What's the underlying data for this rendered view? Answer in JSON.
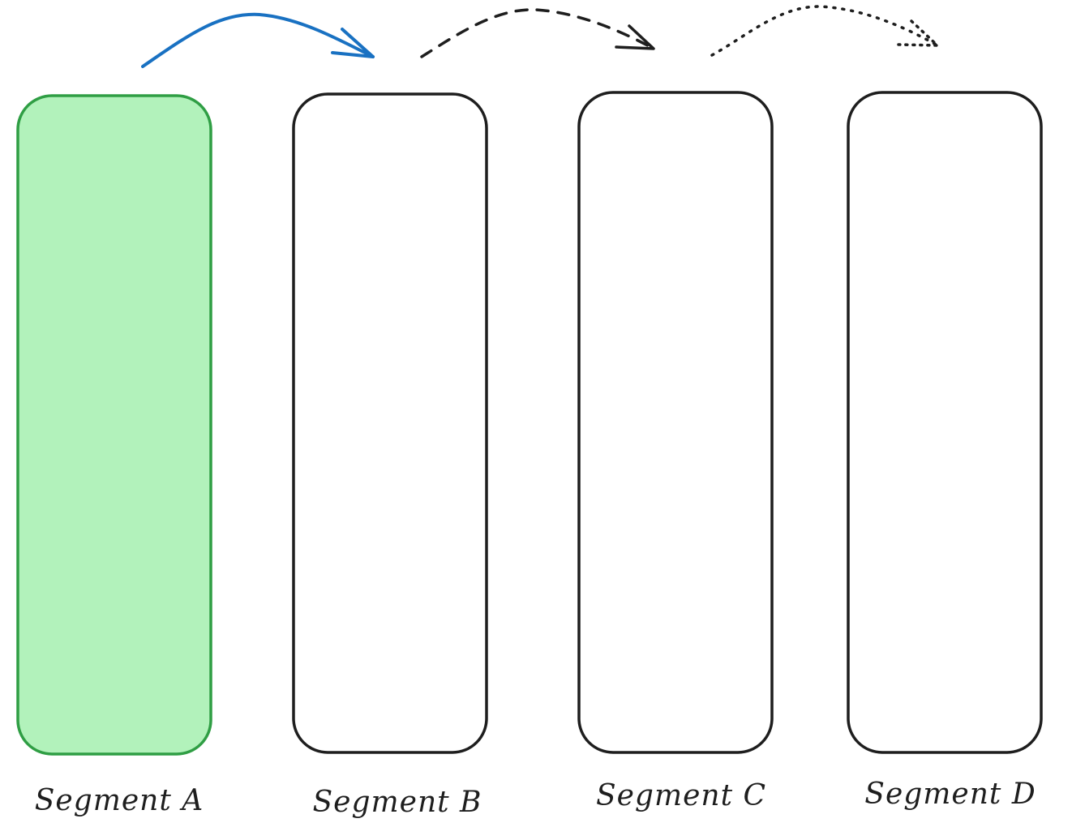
{
  "segments": [
    {
      "label": "Segment A",
      "state": "highlighted",
      "fill": "#b2f2bb",
      "stroke": "#2f9e44"
    },
    {
      "label": "Segment B",
      "state": "empty",
      "fill": "#ffffff",
      "stroke": "#1e1e1e"
    },
    {
      "label": "Segment C",
      "state": "empty",
      "fill": "#ffffff",
      "stroke": "#1e1e1e"
    },
    {
      "label": "Segment D",
      "state": "empty",
      "fill": "#ffffff",
      "stroke": "#1e1e1e"
    }
  ],
  "arrows": [
    {
      "from": "Segment A",
      "to": "Segment B",
      "style": "solid",
      "color": "#1971c2"
    },
    {
      "from": "Segment B",
      "to": "Segment C",
      "style": "dashed",
      "color": "#1e1e1e"
    },
    {
      "from": "Segment C",
      "to": "Segment D",
      "style": "dotted",
      "color": "#1e1e1e"
    }
  ]
}
